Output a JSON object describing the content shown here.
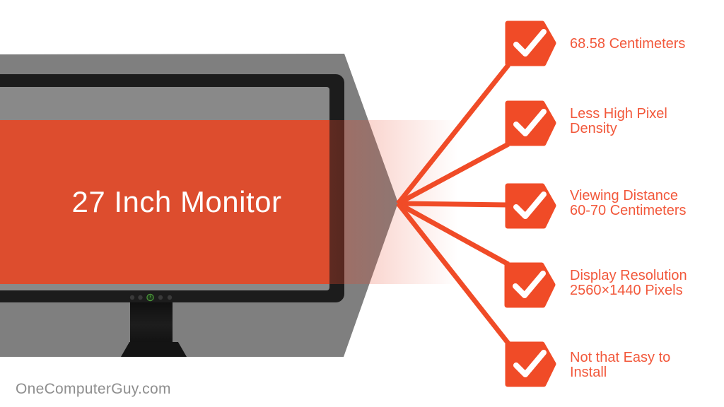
{
  "canvas": {
    "background": "#ffffff"
  },
  "monitor": {
    "title": "27 Inch Monitor",
    "band_color": "#DC5136",
    "bezel_color": "#1C1C1C",
    "screen_color": "#898989",
    "arrow_color": "#7F7F7F",
    "control_button_count": 5,
    "power_button_color": "#4E9B3C"
  },
  "features": [
    {
      "icon": "check-icon",
      "line1": "68.58 Centimeters"
    },
    {
      "icon": "check-icon",
      "line1": "Less High Pixel",
      "line2": "Density"
    },
    {
      "icon": "check-icon",
      "line1": "Viewing Distance",
      "line2": "60-70 Centimeters"
    },
    {
      "icon": "check-icon",
      "line1": "Display Resolution",
      "line2": "2560×1440 Pixels"
    },
    {
      "icon": "check-icon",
      "line1": "Not that Easy to",
      "line2": "Install"
    }
  ],
  "colors": {
    "accent": "#F04B27",
    "label_text": "#F2583B",
    "watermark_text": "#8E8E8E"
  },
  "watermark": "OneComputerGuy.com"
}
